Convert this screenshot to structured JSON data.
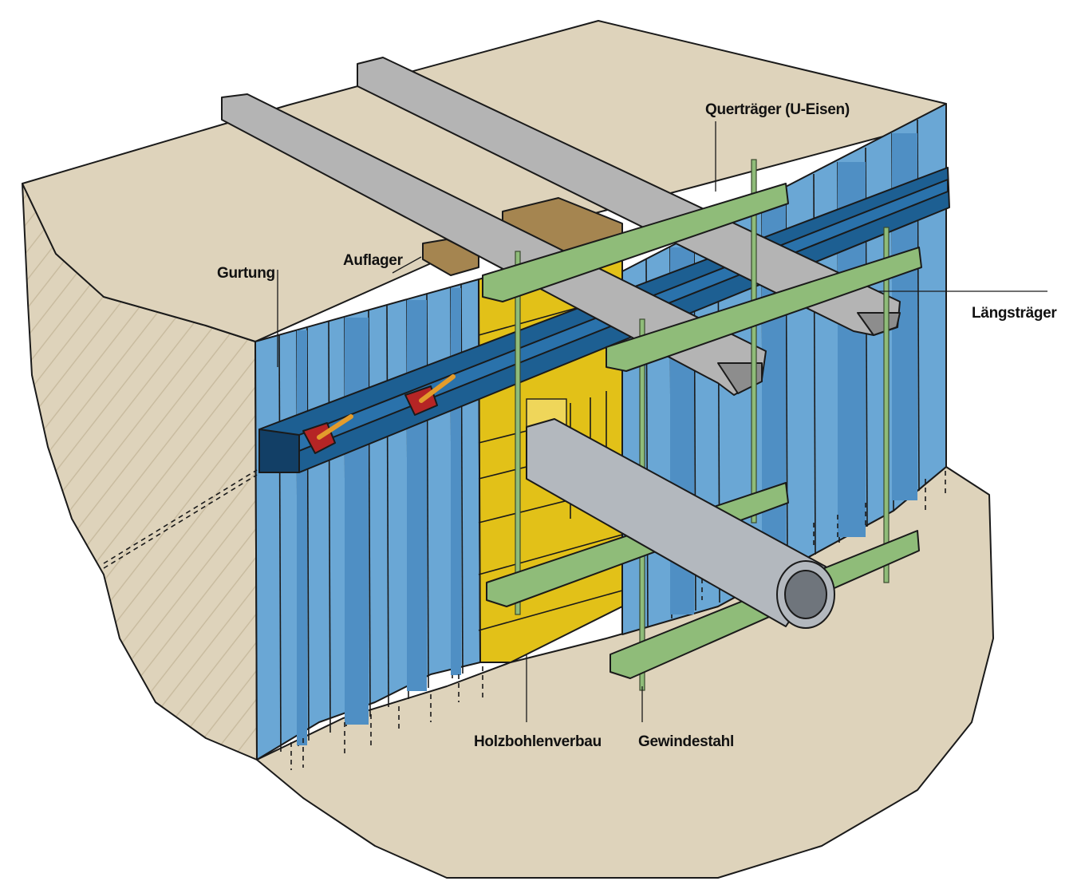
{
  "labels": {
    "gurtung": "Gurtung",
    "auflager": "Auflager",
    "quertraeger": "Querträger (U-Eisen)",
    "laengstraeger": "Längsträger",
    "holzbohlenverbau": "Holzbohlenverbau",
    "gewindestahl": "Gewindestahl"
  },
  "colors": {
    "soil": "#ded3bb",
    "sheet_pile": "#6aa7d5",
    "sheet_pile_dark": "#4f8fc4",
    "waling": "#1d5f92",
    "waling_dark": "#123f66",
    "timber_lagging": "#e2c118",
    "timber_light": "#efd65a",
    "support_pad": "#a58550",
    "cross_beam": "#8fbc79",
    "longitudinal_beam": "#b4b4b4",
    "pipe": "#b3b8be",
    "bracket": "#b52525",
    "bolt": "#e39c2c",
    "outline": "#1a1a1a"
  }
}
